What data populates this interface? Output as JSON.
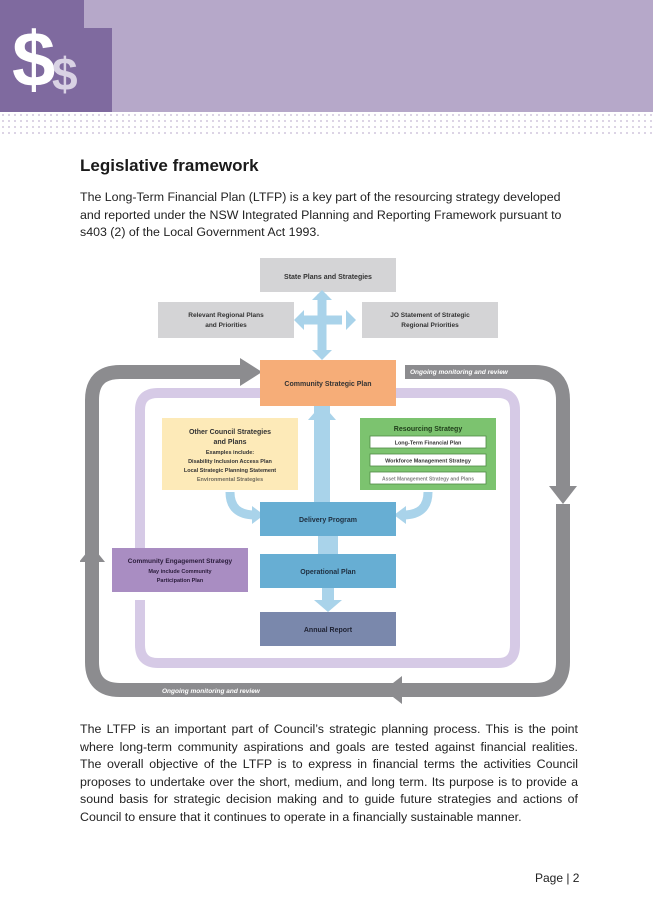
{
  "header": {
    "logo_icon": "dollar-signs-icon",
    "band_color": "#b6a8c9",
    "logo_color": "#7f6a9f"
  },
  "section": {
    "heading": "Legislative framework",
    "intro": "The Long-Term Financial Plan (LTFP) is a key part of the resourcing strategy developed and reported under the NSW Integrated Planning and Reporting Framework pursuant to s403 (2) of the Local Government Act 1993.",
    "body": "The LTFP is an important part of Council’s strategic planning process. This is the point where long-term community aspirations and goals are tested against financial realities. The overall objective of the LTFP is to express in financial terms the activities Council proposes to undertake over the short, medium, and long term. Its purpose is to provide a sound basis for strategic decision making and to guide future strategies and actions of Council to ensure that it continues to operate in a financially sustainable manner."
  },
  "diagram": {
    "state_plans": "State Plans and Strategies",
    "regional_plans_l1": "Relevant Regional Plans",
    "regional_plans_l2": "and Priorities",
    "jo_statement_l1": "JO Statement of Strategic",
    "jo_statement_l2": "Regional Priorities",
    "community_strategic_plan": "Community Strategic Plan",
    "monitoring_top": "Ongoing monitoring and review",
    "monitoring_bottom": "Ongoing monitoring and review",
    "other_strategies": {
      "title_l1": "Other Council Strategies",
      "title_l2": "and Plans",
      "examples": "Examples include:",
      "item1": "Disability Inclusion Access Plan",
      "item2": "Local Strategic Planning Statement",
      "item3": "Environmental Strategies"
    },
    "resourcing": {
      "title": "Resourcing Strategy",
      "item1": "Long-Term Financial Plan",
      "item2": "Workforce Management Strategy",
      "item3": "Asset Management Strategy and Plans"
    },
    "delivery_program": "Delivery Program",
    "engagement": {
      "title": "Community Engagement Strategy",
      "sub1": "May include Community",
      "sub2": "Participation Plan"
    },
    "operational_plan": "Operational Plan",
    "annual_report": "Annual Report",
    "colors": {
      "grey_box": "#d4d4d6",
      "orange": "#f6ad78",
      "yellow": "#fdeab8",
      "green": "#7cc36f",
      "blue": "#67aed3",
      "light_blue": "#a9d3ea",
      "purple": "#a98dc2",
      "lavender": "#d6cae6",
      "navy": "#7a88ac",
      "arrow_grey": "#8c8c8f"
    }
  },
  "footer": {
    "page_label": "Page | 2"
  }
}
